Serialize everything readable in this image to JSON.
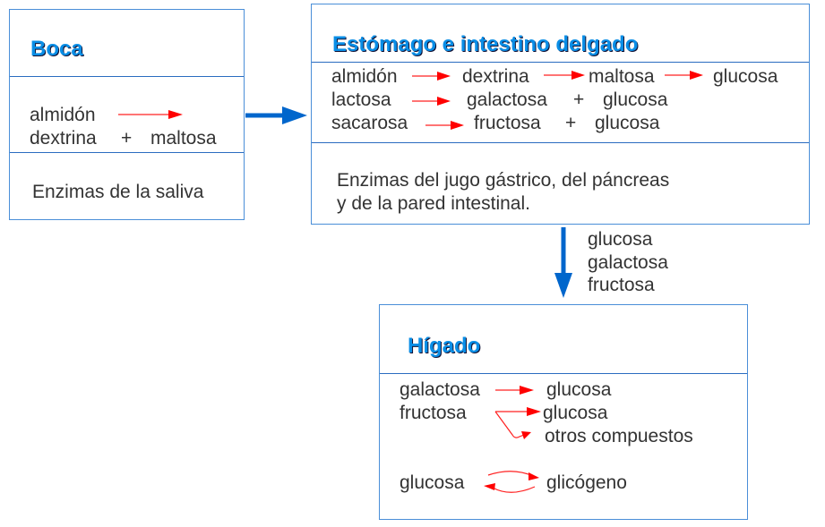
{
  "boca": {
    "title": "Boca",
    "r1a": "almidón",
    "r2a": "dextrina",
    "r2b": "+",
    "r2c": "maltosa",
    "enzymes": "Enzimas de la saliva"
  },
  "estomago": {
    "title": "Estómago e intestino delgado",
    "row1": [
      "almidón",
      "dextrina",
      "maltosa",
      "glucosa"
    ],
    "row2": [
      "lactosa",
      "galactosa",
      "+",
      "glucosa"
    ],
    "row3": [
      "sacarosa",
      "fructosa",
      "+",
      "glucosa"
    ],
    "enzymes1": "Enzimas del jugo gástrico, del páncreas",
    "enzymes2": "y de la pared intestinal."
  },
  "absorbed": [
    "glucosa",
    "galactosa",
    "fructosa"
  ],
  "higado": {
    "title": "Hígado",
    "r1a": "galactosa",
    "r1b": "glucosa",
    "r2a": "fructosa",
    "r2b": "glucosa",
    "r3b": "otros compuestos",
    "r4a": "glucosa",
    "r4b": "glicógeno"
  },
  "colors": {
    "border": "#4a8ed8",
    "flow_arrow": "#0066cc",
    "reaction_arrow": "#ff0000",
    "title": "#0a8ee6"
  }
}
